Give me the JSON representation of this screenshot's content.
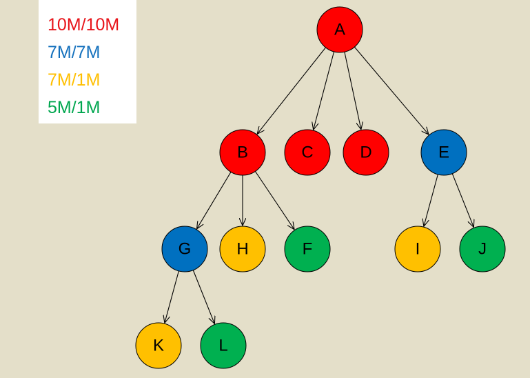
{
  "legend": {
    "entries": [
      {
        "label": "10M/10M",
        "color": "#e8141a"
      },
      {
        "label": "7M/7M",
        "color": "#1571bd"
      },
      {
        "label": "7M/1M",
        "color": "#ffbf00"
      },
      {
        "label": "5M/1M",
        "color": "#00a64f"
      }
    ]
  },
  "tree": {
    "nodes": [
      {
        "id": "A",
        "label": "A",
        "color": "#ff0000"
      },
      {
        "id": "B",
        "label": "B",
        "color": "#ff0000"
      },
      {
        "id": "C",
        "label": "C",
        "color": "#ff0000"
      },
      {
        "id": "D",
        "label": "D",
        "color": "#ff0000"
      },
      {
        "id": "E",
        "label": "E",
        "color": "#0070c0"
      },
      {
        "id": "G",
        "label": "G",
        "color": "#0070c0"
      },
      {
        "id": "H",
        "label": "H",
        "color": "#ffc000"
      },
      {
        "id": "F",
        "label": "F",
        "color": "#00b050"
      },
      {
        "id": "I",
        "label": "I",
        "color": "#ffc000"
      },
      {
        "id": "J",
        "label": "J",
        "color": "#00b050"
      },
      {
        "id": "K",
        "label": "K",
        "color": "#ffc000"
      },
      {
        "id": "L",
        "label": "L",
        "color": "#00b050"
      }
    ],
    "edges": [
      [
        "A",
        "B"
      ],
      [
        "A",
        "C"
      ],
      [
        "A",
        "D"
      ],
      [
        "A",
        "E"
      ],
      [
        "B",
        "G"
      ],
      [
        "B",
        "H"
      ],
      [
        "B",
        "F"
      ],
      [
        "E",
        "I"
      ],
      [
        "E",
        "J"
      ],
      [
        "G",
        "K"
      ],
      [
        "G",
        "L"
      ]
    ]
  }
}
